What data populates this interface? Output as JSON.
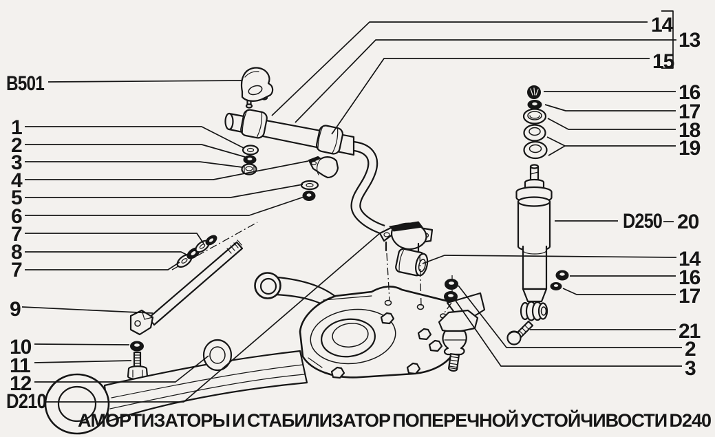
{
  "figure": {
    "kind": "exploded-parts-diagram",
    "caption_words": [
      "АМОРТИЗАТОРЫ",
      "И",
      "СТАБИЛИЗАТОР",
      "ПОПЕРЕЧНОЙ",
      "УСТОЙЧИВОСТИ",
      "D240"
    ],
    "caption_text": "АМОРТИЗАТОРЫ И СТАБИЛИЗАТОР ПОПЕРЕЧНОЙ УСТОЙЧИВОСТИ",
    "section_code": "D240",
    "reference_codes": [
      "B501",
      "D210",
      "D250",
      "D240"
    ]
  },
  "colors": {
    "paper": "#f3f1ee",
    "ink": "#161616"
  },
  "callouts": [
    {
      "id": "b501",
      "label": "B501"
    },
    {
      "id": "L1",
      "label": "1"
    },
    {
      "id": "L2",
      "label": "2"
    },
    {
      "id": "L3",
      "label": "3"
    },
    {
      "id": "L4",
      "label": "4"
    },
    {
      "id": "L5",
      "label": "5"
    },
    {
      "id": "L6",
      "label": "6"
    },
    {
      "id": "L7a",
      "label": "7"
    },
    {
      "id": "L8",
      "label": "8"
    },
    {
      "id": "L7b",
      "label": "7"
    },
    {
      "id": "L9",
      "label": "9"
    },
    {
      "id": "L10",
      "label": "10"
    },
    {
      "id": "L11",
      "label": "11"
    },
    {
      "id": "L12",
      "label": "12"
    },
    {
      "id": "d210",
      "label": "D210"
    },
    {
      "id": "R14t",
      "label": "14"
    },
    {
      "id": "R13",
      "label": "13"
    },
    {
      "id": "R15",
      "label": "15"
    },
    {
      "id": "R16t",
      "label": "16"
    },
    {
      "id": "R17t",
      "label": "17"
    },
    {
      "id": "R18",
      "label": "18"
    },
    {
      "id": "R19",
      "label": "19"
    },
    {
      "id": "d250",
      "label": "D250"
    },
    {
      "id": "R20",
      "label": "20"
    },
    {
      "id": "R14m",
      "label": "14"
    },
    {
      "id": "R16m",
      "label": "16"
    },
    {
      "id": "R17m",
      "label": "17"
    },
    {
      "id": "R21",
      "label": "21"
    },
    {
      "id": "R2",
      "label": "2"
    },
    {
      "id": "R3",
      "label": "3"
    }
  ]
}
